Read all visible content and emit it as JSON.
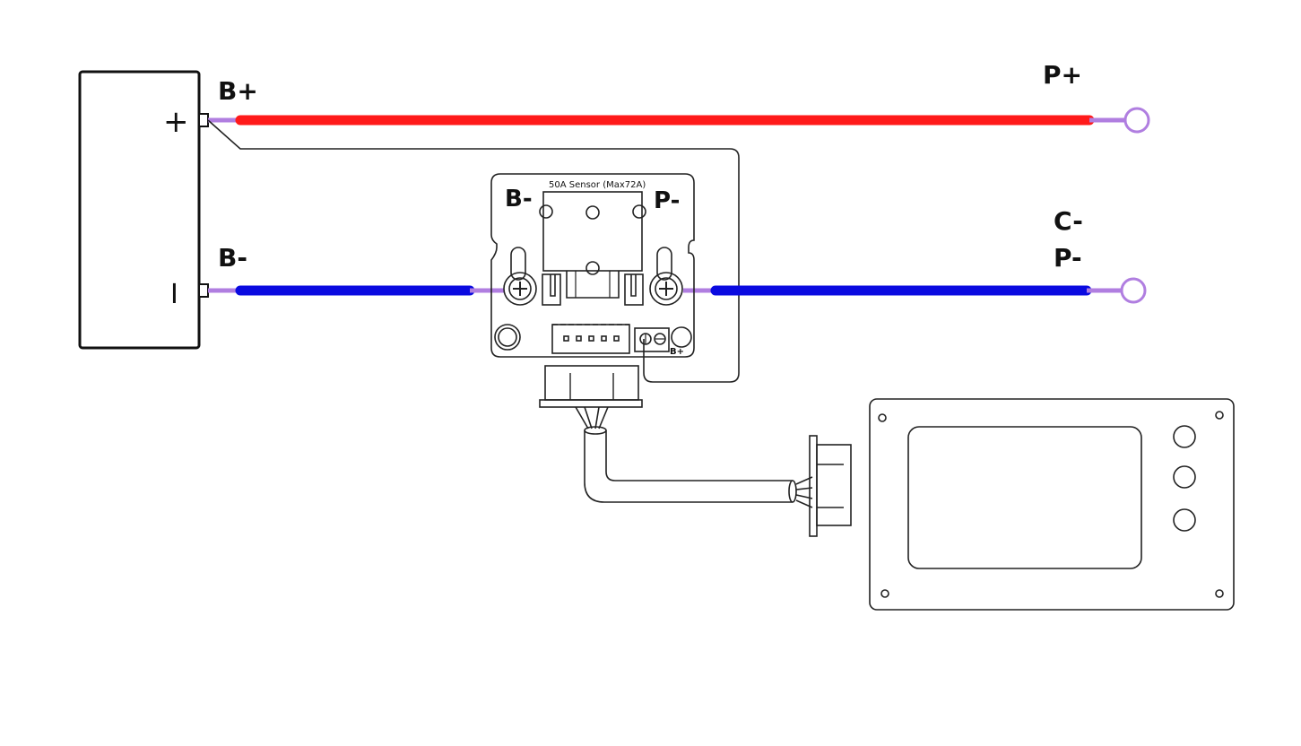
{
  "battery": {
    "plus_symbol": "+",
    "minus_symbol": "I"
  },
  "labels": {
    "b_plus": "B+",
    "b_minus": "B-",
    "p_plus": "P+",
    "c_minus": "C-",
    "p_minus": "P-"
  },
  "sensor": {
    "title": "50A Sensor (Max72A)",
    "b_minus": "B-",
    "p_minus": "P-",
    "b_plus_small": "B+"
  },
  "colors": {
    "positive_wire": "#ff1a1a",
    "negative_wire": "#0a0ae0",
    "lead_wire": "#b07ee0",
    "outline": "#222222"
  }
}
